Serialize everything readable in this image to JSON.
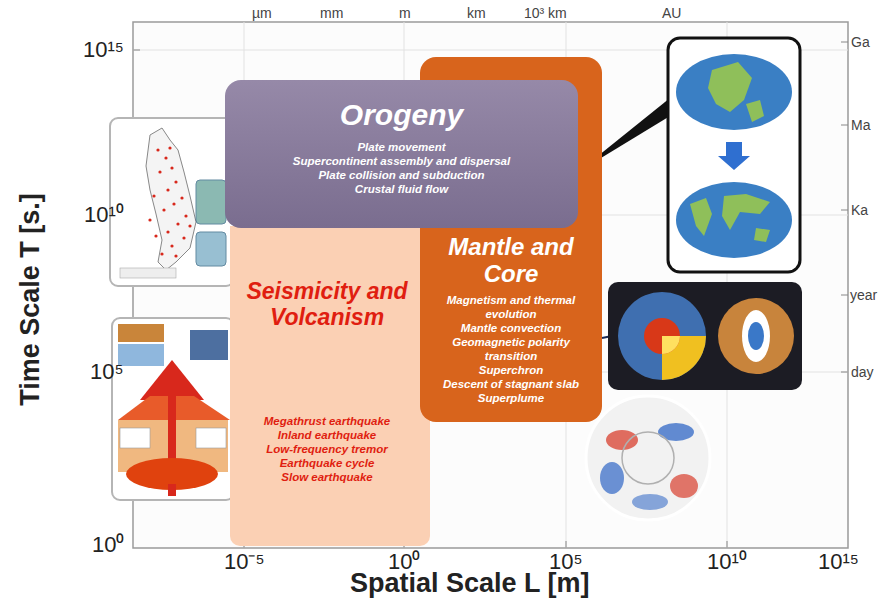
{
  "diagram": {
    "nodes": [
      {
        "text": [
          "Orogeny",
          "Plate movement",
          "Supercontinent assembly and dispersal",
          "Plate collision and subduction",
          "Crustal fluid flow"
        ]
      },
      {
        "text": [
          "Mantle and Core",
          "Magnetism and thermal evolution",
          "Mantle convection",
          "Geomagnetic polarity transition",
          "Superchron",
          "Descent of stagnant slab",
          "Superplume"
        ]
      },
      {
        "text": [
          "Seismicity and Volcanism",
          "Megathrust earthquake",
          "Inland earthquake",
          "Low-frequency tremor",
          "Earthquake cycle",
          "Slow earthquake"
        ]
      }
    ],
    "labels": [
      "10¹⁵",
      "10¹⁰",
      "10⁵",
      "10⁰",
      "10⁻⁵",
      "10⁰",
      "10⁵",
      "10¹⁰",
      "10¹⁵",
      "µm",
      "mm",
      "m",
      "km",
      "10³ km",
      "AU",
      "Ga",
      "Ma",
      "Ka",
      "year",
      "day",
      "Time Scale T [s.]",
      "Spatial Scale L [m]"
    ]
  }
}
